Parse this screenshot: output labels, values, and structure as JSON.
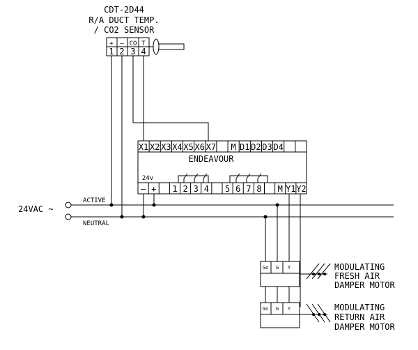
{
  "sensor": {
    "model": "CDT-2D44",
    "desc_line1": "R/A DUCT TEMP.",
    "desc_line2": "/ CO2 SENSOR",
    "top_labels": [
      "+",
      "–",
      "CO",
      "T"
    ],
    "terminals": [
      "1",
      "2",
      "3",
      "4"
    ]
  },
  "controller": {
    "name": "ENDEAVOUR",
    "top_terminals": [
      "X1",
      "X2",
      "X3",
      "X4",
      "X5",
      "X6",
      "X7",
      "",
      "M",
      "D1",
      "D2",
      "D3",
      "D4",
      "",
      ""
    ],
    "supply_label": "24v",
    "bottom_terminals": [
      "–",
      "+",
      "",
      "1",
      "2",
      "3",
      "4",
      "",
      "5",
      "6",
      "7",
      "8",
      "",
      "M",
      "Y1",
      "Y2"
    ]
  },
  "supply": {
    "label": "24VAC ~",
    "active": "ACTIVE",
    "neutral": "NEUTRAL"
  },
  "motors": [
    {
      "terminals": [
        "Go",
        "G",
        "Y"
      ],
      "line1": "MODULATING",
      "line2": "FRESH AIR",
      "line3": "DAMPER MOTOR"
    },
    {
      "terminals": [
        "Go",
        "G",
        "Y"
      ],
      "line1": "MODULATING",
      "line2": "RETURN AIR",
      "line3": "DAMPER MOTOR"
    }
  ]
}
